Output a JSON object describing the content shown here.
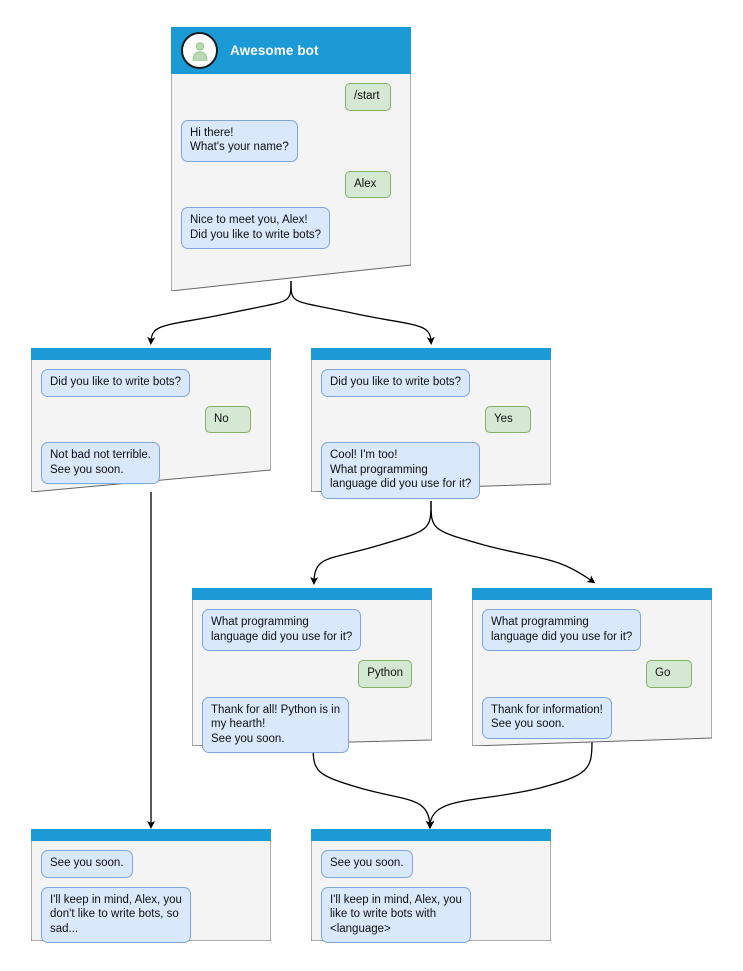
{
  "diagram": {
    "title": "Awesome bot conversation flow",
    "type": "bot-dialog-flowchart",
    "colors": {
      "header_blue": "#1b9ad5",
      "bot_bubble_fill": "#dae8fc",
      "bot_bubble_border": "#7ea6dc",
      "user_bubble_fill": "#d5e8d4",
      "user_bubble_border": "#82b366",
      "node_fill": "#f4f4f4",
      "node_border": "#666666",
      "edge": "#000000",
      "canvas": "#ffffff",
      "avatar_glyph": "#a6d0a0"
    }
  },
  "nodes": [
    {
      "id": "start",
      "name": "node-start",
      "header": {
        "icon": "user-avatar-icon",
        "title": "Awesome bot"
      },
      "messages": [
        {
          "side": "right",
          "author": "user",
          "text": "/start"
        },
        {
          "side": "left",
          "author": "bot",
          "text": "Hi there!\nWhat's your name?"
        },
        {
          "side": "right",
          "author": "user",
          "text": "Alex"
        },
        {
          "side": "left",
          "author": "bot",
          "text": "Nice to meet you, Alex!\nDid you like to write bots?"
        }
      ]
    },
    {
      "id": "answer-no",
      "name": "node-answer-no",
      "header": {
        "title": ""
      },
      "messages": [
        {
          "side": "left",
          "author": "bot",
          "text": "Did you like to write bots?"
        },
        {
          "side": "right",
          "author": "user",
          "text": "No"
        },
        {
          "side": "left",
          "author": "bot",
          "text": "Not bad not terrible.\nSee you soon."
        }
      ]
    },
    {
      "id": "answer-yes",
      "name": "node-answer-yes",
      "header": {
        "title": ""
      },
      "messages": [
        {
          "side": "left",
          "author": "bot",
          "text": "Did you like to write bots?"
        },
        {
          "side": "right",
          "author": "user",
          "text": "Yes"
        },
        {
          "side": "left",
          "author": "bot",
          "text": "Cool! I'm too!\nWhat programming\nlanguage did you use for it?"
        }
      ]
    },
    {
      "id": "lang-python",
      "name": "node-language-python",
      "header": {
        "title": ""
      },
      "messages": [
        {
          "side": "left",
          "author": "bot",
          "text": "What programming\nlanguage did you use for it?"
        },
        {
          "side": "right",
          "author": "user",
          "text": "Python"
        },
        {
          "side": "left",
          "author": "bot",
          "text": "Thank for all! Python is in\nmy hearth!\nSee you soon."
        }
      ]
    },
    {
      "id": "lang-go",
      "name": "node-language-go",
      "header": {
        "title": ""
      },
      "messages": [
        {
          "side": "left",
          "author": "bot",
          "text": "What programming\nlanguage did you use for it?"
        },
        {
          "side": "right",
          "author": "user",
          "text": "Go"
        },
        {
          "side": "left",
          "author": "bot",
          "text": "Thank for information!\nSee you soon."
        }
      ]
    },
    {
      "id": "end-sad",
      "name": "node-end-sad",
      "header": {
        "title": ""
      },
      "messages": [
        {
          "side": "left",
          "author": "bot",
          "text": "See you soon."
        },
        {
          "side": "left",
          "author": "bot",
          "text": "I'll keep in mind, Alex, you\ndon't like to write bots, so\nsad..."
        }
      ]
    },
    {
      "id": "end-happy",
      "name": "node-end-happy",
      "header": {
        "title": ""
      },
      "messages": [
        {
          "side": "left",
          "author": "bot",
          "text": "See you soon."
        },
        {
          "side": "left",
          "author": "bot",
          "text": "I'll keep in mind, Alex, you\nlike to write bots with\n<language>"
        }
      ]
    }
  ],
  "edges": [
    {
      "from": "start",
      "to": "answer-no",
      "style": "curved-arrow"
    },
    {
      "from": "start",
      "to": "answer-yes",
      "style": "curved-arrow"
    },
    {
      "from": "answer-no",
      "to": "end-sad",
      "style": "straight-arrow"
    },
    {
      "from": "answer-yes",
      "to": "lang-python",
      "style": "curved-arrow"
    },
    {
      "from": "answer-yes",
      "to": "lang-go",
      "style": "curved-arrow"
    },
    {
      "from": "lang-python",
      "to": "end-happy",
      "style": "curved-arrow"
    },
    {
      "from": "lang-go",
      "to": "end-happy",
      "style": "curved-arrow"
    }
  ]
}
